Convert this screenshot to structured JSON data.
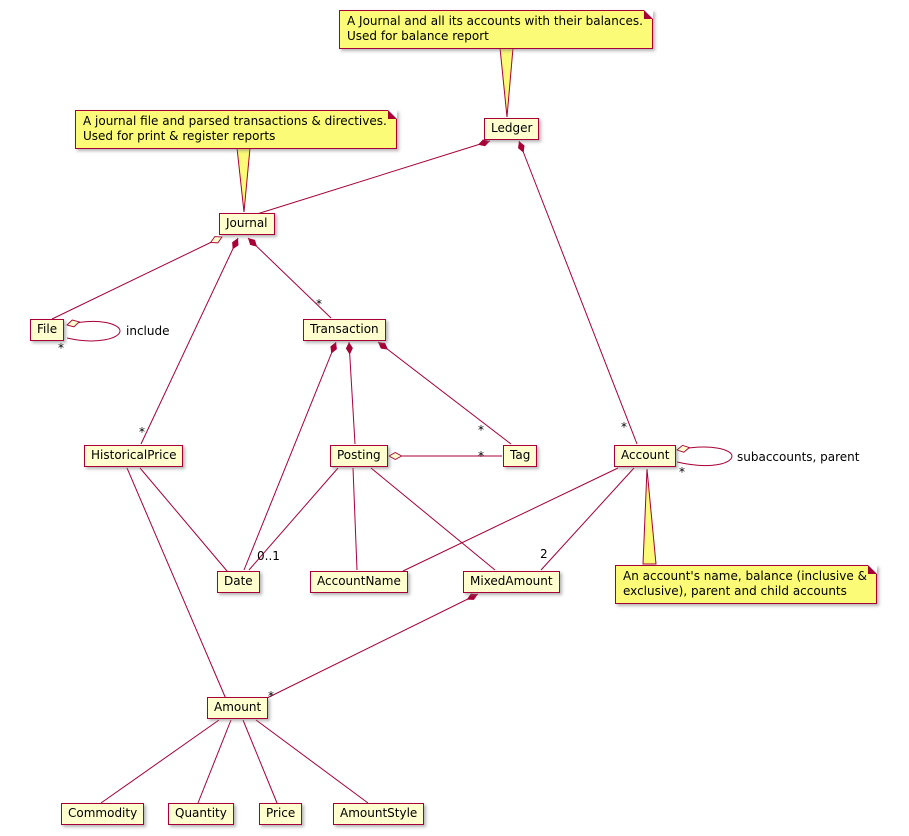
{
  "diagram": {
    "type": "uml-class-diagram",
    "colors": {
      "border": "#A80036",
      "class_fill": "#FEFECE",
      "note_fill": "#FBFB77"
    }
  },
  "classes": {
    "ledger": "Ledger",
    "journal": "Journal",
    "file": "File",
    "transaction": "Transaction",
    "historicalprice": "HistoricalPrice",
    "posting": "Posting",
    "tag": "Tag",
    "account": "Account",
    "date": "Date",
    "accountname": "AccountName",
    "mixedamount": "MixedAmount",
    "amount": "Amount",
    "commodity": "Commodity",
    "quantity": "Quantity",
    "price": "Price",
    "amountstyle": "AmountStyle"
  },
  "notes": {
    "ledger": {
      "line1": "A Journal and all its accounts with their balances.",
      "line2": "Used for balance report"
    },
    "journal": {
      "line1": "A journal file and parsed transactions & directives.",
      "line2": "Used for print & register reports"
    },
    "account": {
      "line1": "An account's name, balance (inclusive &",
      "line2": "exclusive), parent and child accounts"
    }
  },
  "labels": {
    "star": "*",
    "zero_one": "0..1",
    "two": "2",
    "include": "include",
    "subaccounts": "subaccounts, parent"
  },
  "edges": [
    {
      "from": "Ledger",
      "to": "Journal",
      "type": "composition"
    },
    {
      "from": "Ledger",
      "to": "Account",
      "type": "composition",
      "multiplicity": "*"
    },
    {
      "from": "Journal",
      "to": "File",
      "type": "aggregation"
    },
    {
      "from": "File",
      "to": "File",
      "type": "aggregation",
      "multiplicity": "*",
      "label": "include"
    },
    {
      "from": "Journal",
      "to": "Transaction",
      "type": "composition",
      "multiplicity": "*"
    },
    {
      "from": "Journal",
      "to": "HistoricalPrice",
      "type": "composition",
      "multiplicity": "*"
    },
    {
      "from": "Transaction",
      "to": "Posting",
      "type": "composition"
    },
    {
      "from": "Transaction",
      "to": "Date",
      "type": "composition"
    },
    {
      "from": "Transaction",
      "to": "Tag",
      "type": "composition",
      "multiplicity": "*"
    },
    {
      "from": "Posting",
      "to": "Tag",
      "type": "aggregation",
      "multiplicity": "*"
    },
    {
      "from": "Posting",
      "to": "Date",
      "type": "association",
      "multiplicity": "0..1"
    },
    {
      "from": "Posting",
      "to": "AccountName",
      "type": "association"
    },
    {
      "from": "Posting",
      "to": "MixedAmount",
      "type": "association"
    },
    {
      "from": "Account",
      "to": "AccountName",
      "type": "association"
    },
    {
      "from": "Account",
      "to": "MixedAmount",
      "type": "association",
      "multiplicity": "2"
    },
    {
      "from": "Account",
      "to": "Account",
      "type": "aggregation",
      "multiplicity": "*",
      "label": "subaccounts, parent"
    },
    {
      "from": "MixedAmount",
      "to": "Amount",
      "type": "composition",
      "multiplicity": "*"
    },
    {
      "from": "HistoricalPrice",
      "to": "Date",
      "type": "association"
    },
    {
      "from": "HistoricalPrice",
      "to": "Amount",
      "type": "association"
    },
    {
      "from": "Amount",
      "to": "Commodity",
      "type": "association"
    },
    {
      "from": "Amount",
      "to": "Quantity",
      "type": "association"
    },
    {
      "from": "Amount",
      "to": "Price",
      "type": "association"
    },
    {
      "from": "Amount",
      "to": "AmountStyle",
      "type": "association"
    }
  ]
}
